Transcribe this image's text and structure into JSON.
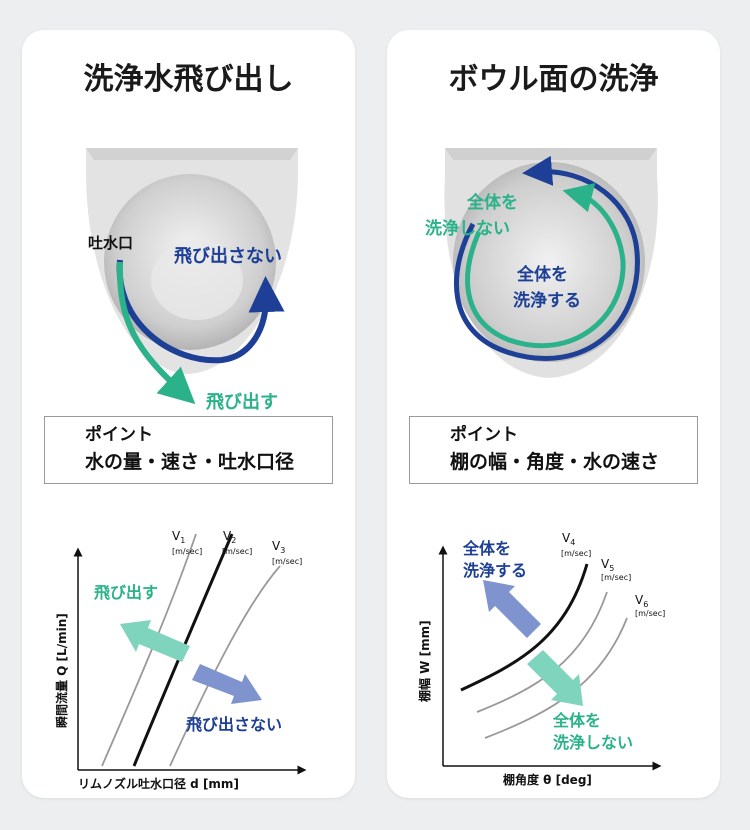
{
  "left": {
    "title": "洗浄水飛び出し",
    "labels": {
      "spout": "吐水口",
      "noSplash": "飛び出さない",
      "splash": "飛び出す"
    },
    "point": {
      "head": "ポイント",
      "body": "水の量・速さ・吐水口径"
    },
    "chart": {
      "curves": [
        {
          "name": "V",
          "sub": "1",
          "unit": "[m/sec]"
        },
        {
          "name": "V",
          "sub": "2",
          "unit": "[m/sec]"
        },
        {
          "name": "V",
          "sub": "3",
          "unit": "[m/sec]"
        }
      ],
      "ylabel": "瞬間流量 Q [L/min]",
      "xlabel": "リムノズル吐水口径 d [mm]",
      "arrowUp": "飛び出す",
      "arrowDown": "飛び出さない"
    }
  },
  "right": {
    "title": "ボウル面の洗浄",
    "labels": {
      "notWhole1": "全体を",
      "notWhole2": "洗浄しない",
      "whole1": "全体を",
      "whole2": "洗浄する"
    },
    "point": {
      "head": "ポイント",
      "body": "棚の幅・角度・水の速さ"
    },
    "chart": {
      "curves": [
        {
          "name": "V",
          "sub": "4",
          "unit": "[m/sec]"
        },
        {
          "name": "V",
          "sub": "5",
          "unit": "[m/sec]"
        },
        {
          "name": "V",
          "sub": "6",
          "unit": "[m/sec]"
        }
      ],
      "ylabel": "棚幅 W [mm]",
      "xlabel": "棚角度 θ [deg]",
      "arrowUp1": "全体を",
      "arrowUp2": "洗浄する",
      "arrowDown1": "全体を",
      "arrowDown2": "洗浄しない"
    }
  },
  "colors": {
    "blue": "#1d3f96",
    "green": "#2bb28a",
    "lightBlue": "#7f93cf",
    "lightGreen": "#7ed4bd",
    "gray": "#8a8a8a"
  }
}
